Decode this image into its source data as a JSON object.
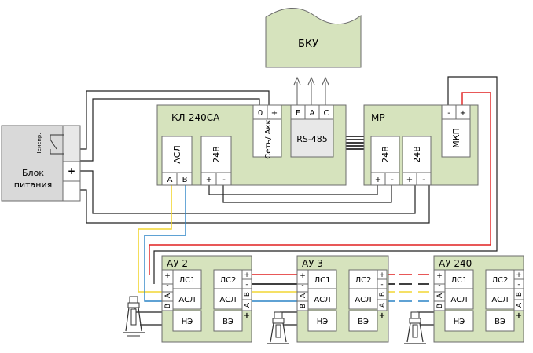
{
  "bku": {
    "label": "БКУ"
  },
  "kl240": {
    "title": "КЛ-240СА",
    "asl": "АСЛ",
    "term_a": "А",
    "term_b": "В",
    "v24": "24В",
    "plus": "+",
    "minus": "-",
    "set_akk": "Сеть/ Акк.",
    "zero": "0",
    "rs485": "RS-485",
    "e": "E",
    "a": "A",
    "c": "C"
  },
  "mr": {
    "title": "МР",
    "v24_left": "24В",
    "v24_right": "24В",
    "mkp": "МКП",
    "plus": "+",
    "minus": "-"
  },
  "psu": {
    "label_line1": "Блок",
    "label_line2": "питания",
    "relay_label": "Неиспр.",
    "plus": "+",
    "minus": "-"
  },
  "au_units": [
    {
      "title": "АУ 2"
    },
    {
      "title": "АУ 3"
    },
    {
      "title": "АУ 240"
    }
  ],
  "au_labels": {
    "ls1": "ЛС1",
    "ls2": "ЛС2",
    "asl": "АСЛ",
    "ne": "НЭ",
    "ve": "ВЭ",
    "plus": "+",
    "minus": "-",
    "a": "А",
    "b": "В"
  },
  "colors": {
    "module_green": "#d6e3bd",
    "psu_grey": "#d9d9d9",
    "wire_red": "#e02020",
    "wire_blue": "#2a83c6",
    "wire_yellow": "#f2d632"
  }
}
